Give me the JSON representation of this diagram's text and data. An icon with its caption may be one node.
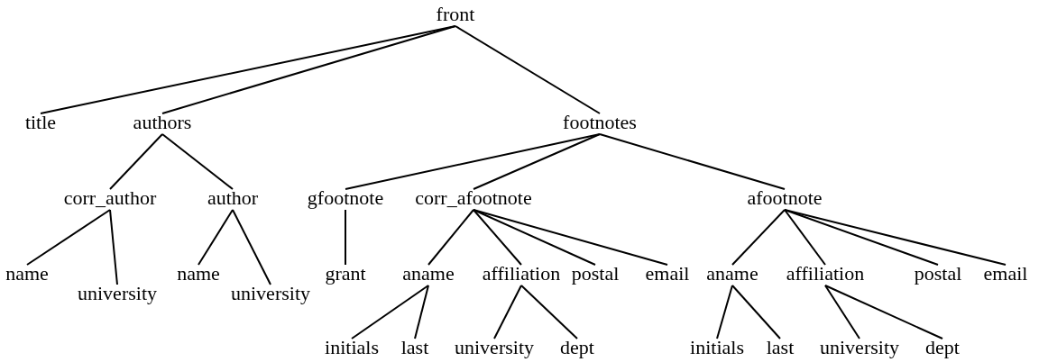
{
  "diagram": {
    "nodes": [
      {
        "text": [
          "front"
        ]
      },
      {
        "text": [
          "title"
        ]
      },
      {
        "text": [
          "authors"
        ]
      },
      {
        "text": [
          "footnotes"
        ]
      },
      {
        "text": [
          "corr_author"
        ]
      },
      {
        "text": [
          "author"
        ]
      },
      {
        "text": [
          "gfootnote"
        ]
      },
      {
        "text": [
          "corr_afootnote"
        ]
      },
      {
        "text": [
          "afootnote"
        ]
      },
      {
        "text": [
          "name"
        ]
      },
      {
        "text": [
          "university"
        ]
      },
      {
        "text": [
          "name"
        ]
      },
      {
        "text": [
          "university"
        ]
      },
      {
        "text": [
          "grant"
        ]
      },
      {
        "text": [
          "aname"
        ]
      },
      {
        "text": [
          "affiliation"
        ]
      },
      {
        "text": [
          "postal"
        ]
      },
      {
        "text": [
          "email"
        ]
      },
      {
        "text": [
          "aname"
        ]
      },
      {
        "text": [
          "affiliation"
        ]
      },
      {
        "text": [
          "postal"
        ]
      },
      {
        "text": [
          "email"
        ]
      },
      {
        "text": [
          "initials"
        ]
      },
      {
        "text": [
          "last"
        ]
      },
      {
        "text": [
          "university"
        ]
      },
      {
        "text": [
          "dept"
        ]
      },
      {
        "text": [
          "initials"
        ]
      },
      {
        "text": [
          "last"
        ]
      },
      {
        "text": [
          "university"
        ]
      },
      {
        "text": [
          "dept"
        ]
      }
    ],
    "edges": [
      {
        "from": 0,
        "to": 1,
        "arrow": "none"
      },
      {
        "from": 0,
        "to": 2,
        "arrow": "none"
      },
      {
        "from": 0,
        "to": 3,
        "arrow": "none"
      },
      {
        "from": 2,
        "to": 4,
        "arrow": "none"
      },
      {
        "from": 2,
        "to": 5,
        "arrow": "none"
      },
      {
        "from": 3,
        "to": 6,
        "arrow": "none"
      },
      {
        "from": 3,
        "to": 7,
        "arrow": "none"
      },
      {
        "from": 3,
        "to": 8,
        "arrow": "none"
      },
      {
        "from": 4,
        "to": 9,
        "arrow": "none"
      },
      {
        "from": 4,
        "to": 10,
        "arrow": "none"
      },
      {
        "from": 5,
        "to": 11,
        "arrow": "none"
      },
      {
        "from": 5,
        "to": 12,
        "arrow": "none"
      },
      {
        "from": 6,
        "to": 13,
        "arrow": "none"
      },
      {
        "from": 7,
        "to": 14,
        "arrow": "none"
      },
      {
        "from": 7,
        "to": 15,
        "arrow": "none"
      },
      {
        "from": 7,
        "to": 16,
        "arrow": "none"
      },
      {
        "from": 7,
        "to": 17,
        "arrow": "none"
      },
      {
        "from": 8,
        "to": 18,
        "arrow": "none"
      },
      {
        "from": 8,
        "to": 19,
        "arrow": "none"
      },
      {
        "from": 8,
        "to": 20,
        "arrow": "none"
      },
      {
        "from": 8,
        "to": 21,
        "arrow": "none"
      },
      {
        "from": 14,
        "to": 22,
        "arrow": "none"
      },
      {
        "from": 14,
        "to": 23,
        "arrow": "none"
      },
      {
        "from": 15,
        "to": 24,
        "arrow": "none"
      },
      {
        "from": 15,
        "to": 25,
        "arrow": "none"
      },
      {
        "from": 18,
        "to": 26,
        "arrow": "none"
      },
      {
        "from": 18,
        "to": 27,
        "arrow": "none"
      },
      {
        "from": 19,
        "to": 28,
        "arrow": "none"
      },
      {
        "from": 19,
        "to": 29,
        "arrow": "none"
      }
    ]
  }
}
